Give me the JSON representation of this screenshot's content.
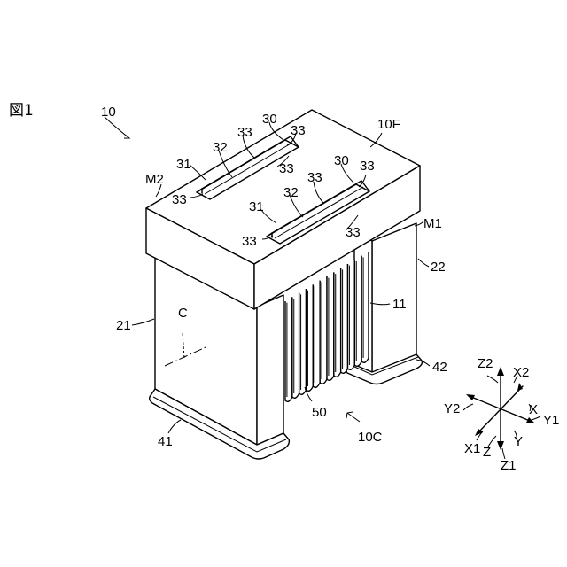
{
  "figure_label": "図1",
  "labels": {
    "assembly": "10",
    "top_face": "10F",
    "slot": "30",
    "slot_wall": "31",
    "slot_inner": "32",
    "slot_edge": "33",
    "mark_m1": "M1",
    "mark_m2": "M2",
    "winding": "11",
    "left_leg": "21",
    "right_leg": "22",
    "left_pad": "41",
    "right_pad": "42",
    "base_gap": "50",
    "bottom_view": "10C",
    "center_line": "C"
  },
  "axes": {
    "x": "X",
    "x1": "X1",
    "x2": "X2",
    "y": "Y",
    "y1": "Y1",
    "y2": "Y2",
    "z": "Z",
    "z1": "Z1",
    "z2": "Z2"
  }
}
